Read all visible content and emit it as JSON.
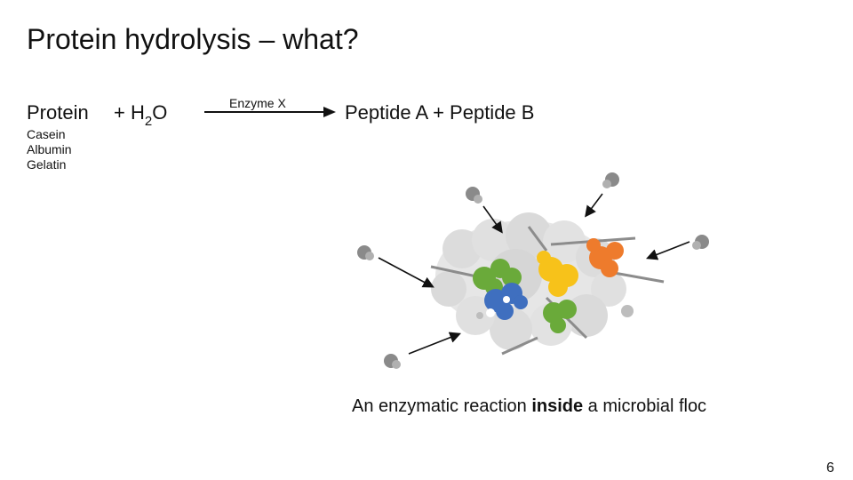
{
  "title": "Protein hydrolysis – what?",
  "equation": {
    "reactant": "Protein",
    "water_prefix": "+ H",
    "water_sub": "2",
    "water_suffix": "O",
    "enzyme": "Enzyme X",
    "products": "Peptide A + Peptide B"
  },
  "examples": [
    "Casein",
    "Albumin",
    "Gelatin"
  ],
  "caption": {
    "before": "An enzymatic reaction ",
    "bold": "inside",
    "after": " a microbial floc"
  },
  "page_number": "6",
  "colors": {
    "floc_grey": "#d3d3d3",
    "blue": "#3f6fbf",
    "green": "#6aaa3a",
    "yellow": "#f7c21a",
    "orange": "#ee7b2c"
  }
}
